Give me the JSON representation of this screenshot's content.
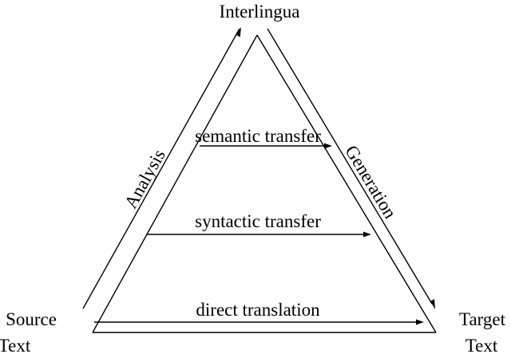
{
  "diagram": {
    "title": "Interlingua",
    "source": {
      "line1": "Source",
      "line2": "Text"
    },
    "target": {
      "line1": "Target",
      "line2": "Text"
    },
    "left_side_label": "Analysis",
    "right_side_label": "Generation",
    "transfers": {
      "semantic": "semantic transfer",
      "syntactic": "syntactic transfer",
      "direct": "direct translation"
    }
  }
}
